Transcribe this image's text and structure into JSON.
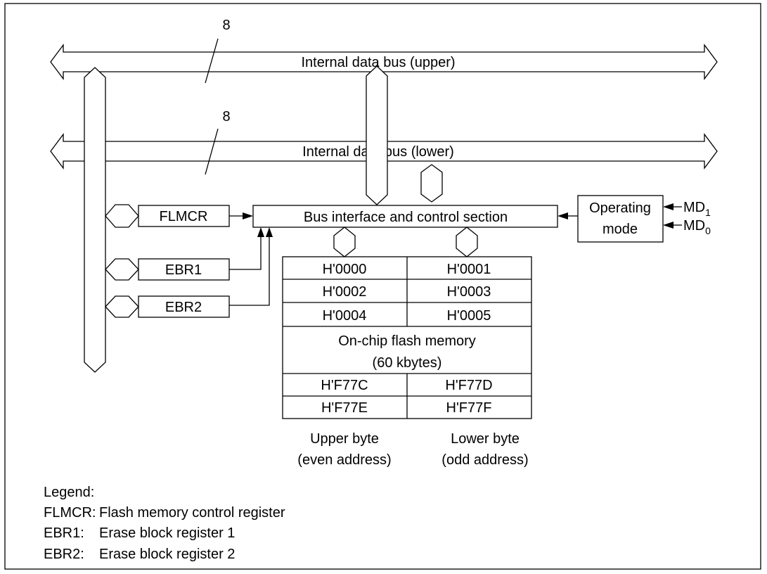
{
  "buses": {
    "upper": {
      "label": "Internal data bus (upper)",
      "width": "8"
    },
    "lower": {
      "label": "Internal data bus (lower)",
      "width": "8"
    }
  },
  "registers": {
    "flmcr": "FLMCR",
    "ebr1": "EBR1",
    "ebr2": "EBR2"
  },
  "control": {
    "label": "Bus interface and control section"
  },
  "mode": {
    "line1": "Operating",
    "line2": "mode",
    "pins": [
      {
        "base": "MD",
        "sub": "1"
      },
      {
        "base": "MD",
        "sub": "0"
      }
    ]
  },
  "memory": {
    "rows_top": [
      [
        "H'0000",
        "H'0001"
      ],
      [
        "H'0002",
        "H'0003"
      ],
      [
        "H'0004",
        "H'0005"
      ]
    ],
    "middle_line1": "On-chip flash memory",
    "middle_line2": "(60 kbytes)",
    "rows_bottom": [
      [
        "H'F77C",
        "H'F77D"
      ],
      [
        "H'F77E",
        "H'F77F"
      ]
    ],
    "upper_caption1": "Upper byte",
    "upper_caption2": "(even address)",
    "lower_caption1": "Lower byte",
    "lower_caption2": "(odd address)"
  },
  "legend": {
    "title": "Legend:",
    "items": [
      {
        "abbr": "FLMCR:",
        "desc": "Flash memory control register"
      },
      {
        "abbr": "EBR1:",
        "desc": "Erase block register 1"
      },
      {
        "abbr": "EBR2:",
        "desc": "Erase block register 2"
      }
    ]
  }
}
